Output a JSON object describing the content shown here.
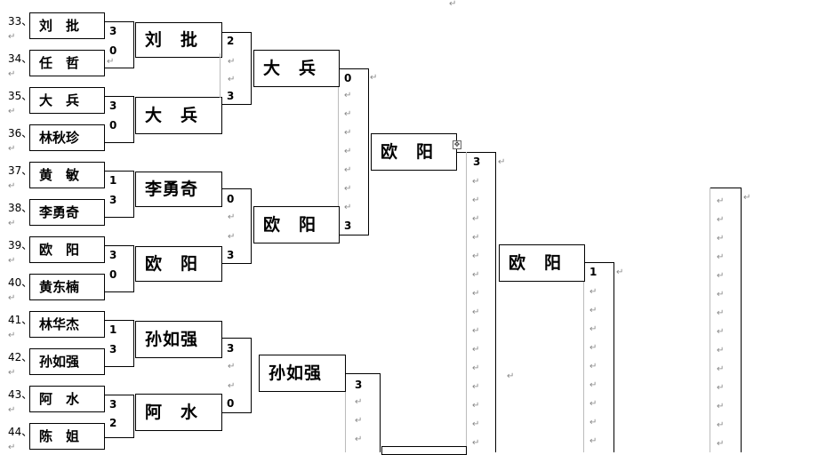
{
  "return_mark": "↵",
  "anchor_glyph": "✥",
  "rows": [
    {
      "seed": "33、",
      "name": "刘　批"
    },
    {
      "seed": "34、",
      "name": "任　哲"
    },
    {
      "seed": "35、",
      "name": "大　兵"
    },
    {
      "seed": "36、",
      "name": "林秋珍"
    },
    {
      "seed": "37、",
      "name": "黄　敏"
    },
    {
      "seed": "38、",
      "name": "李勇奇"
    },
    {
      "seed": "39、",
      "name": "欧　阳"
    },
    {
      "seed": "40、",
      "name": "黄东楠"
    },
    {
      "seed": "41、",
      "name": "林华杰"
    },
    {
      "seed": "42、",
      "name": "孙如强"
    },
    {
      "seed": "43、",
      "name": "阿　水"
    },
    {
      "seed": "44、",
      "name": "陈　姐"
    }
  ],
  "r1_scores": [
    "3",
    "0",
    "3",
    "0",
    "1",
    "3",
    "3",
    "0",
    "1",
    "3",
    "3",
    "2"
  ],
  "round2": [
    {
      "name": "刘　批",
      "score": "2"
    },
    {
      "name": "大　兵",
      "score": "3"
    },
    {
      "name": "李勇奇",
      "score": "0"
    },
    {
      "name": "欧　阳",
      "score": "3"
    },
    {
      "name": "孙如强",
      "score": "3"
    },
    {
      "name": "阿　水",
      "score": "0"
    }
  ],
  "round3": [
    {
      "name": "大　兵",
      "score": "0"
    },
    {
      "name": "欧　阳",
      "score": "3"
    },
    {
      "name": "孙如强",
      "score": "3"
    }
  ],
  "round4": [
    {
      "name": "欧　阳",
      "score": "3"
    }
  ],
  "round5": [
    {
      "name": "欧　阳",
      "score": "1"
    }
  ]
}
